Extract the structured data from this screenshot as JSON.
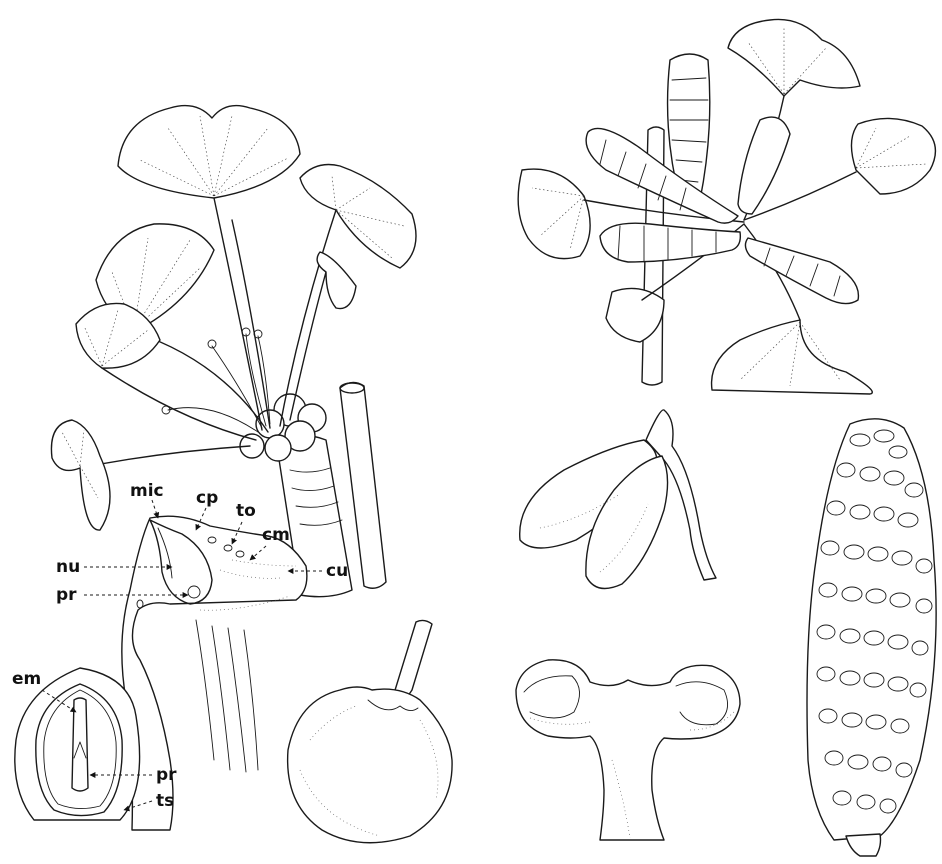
{
  "labels": {
    "mic": "mic",
    "cp": "cp",
    "to": "to",
    "cm": "cm",
    "nu": "nu",
    "cu": "cu",
    "pr": "pr",
    "em": "em",
    "pr2": "pr",
    "ts": "ts"
  },
  "colors": {
    "ink": "#1a1a1a",
    "paper": "#ffffff"
  }
}
